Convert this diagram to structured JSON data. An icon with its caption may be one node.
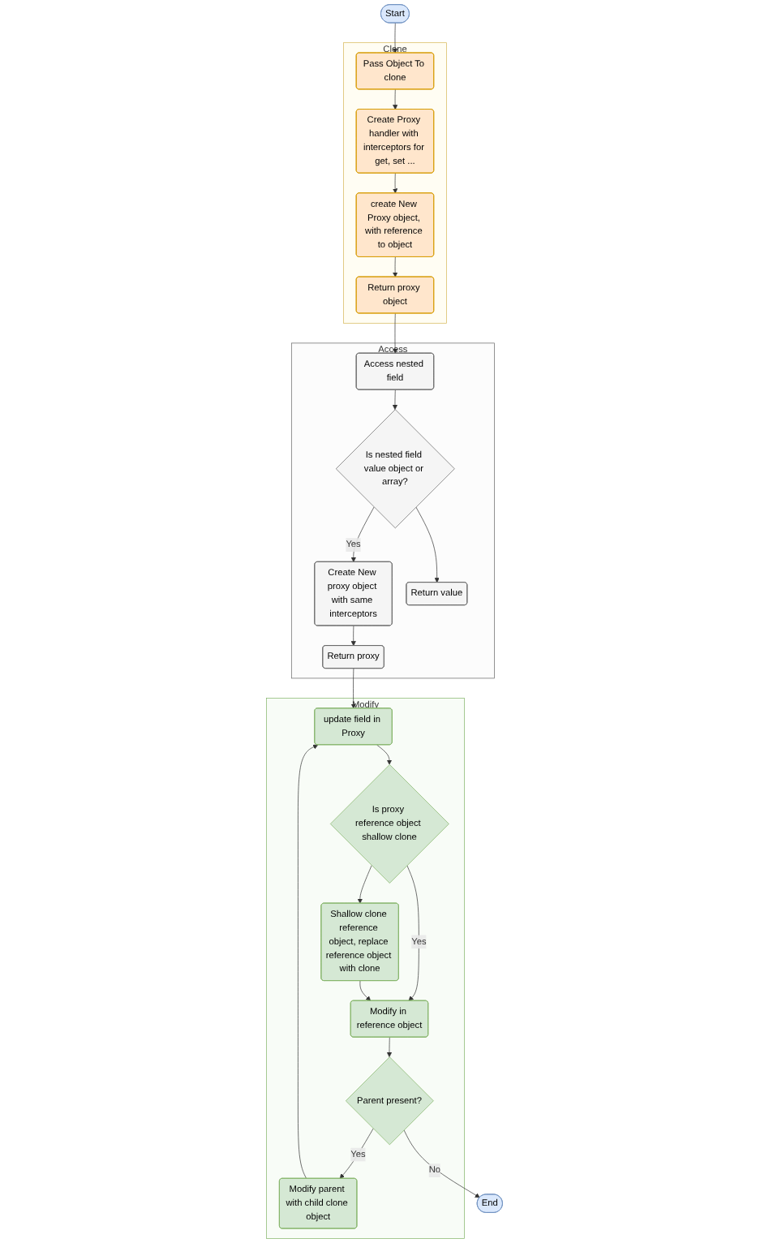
{
  "diagram": {
    "nodes": [
      {
        "text": [
          "Start"
        ]
      },
      {
        "text": [
          "Clone"
        ]
      },
      {
        "text": [
          "Pass Object To clone"
        ],
        "in": 1
      },
      {
        "text": [
          "Create Proxy handler with interceptors for get, set ..."
        ],
        "in": 1
      },
      {
        "text": [
          "create New Proxy object, with reference to object"
        ],
        "in": 1
      },
      {
        "text": [
          "Return proxy object"
        ],
        "in": 1
      },
      {
        "text": [
          "Access"
        ]
      },
      {
        "text": [
          "Access nested field"
        ],
        "in": 6
      },
      {
        "text": [
          "Is nested field value object or array?"
        ],
        "in": 6
      },
      {
        "text": [
          "Create New proxy object with same interceptors"
        ],
        "in": 6
      },
      {
        "text": [
          "Return proxy"
        ],
        "in": 6
      },
      {
        "text": [
          "Return value"
        ],
        "in": 6
      },
      {
        "text": [
          "Modify"
        ]
      },
      {
        "text": [
          "Modify parent with child clone object"
        ],
        "in": 12
      },
      {
        "text": [
          "update field in Proxy"
        ],
        "in": 12
      },
      {
        "text": [
          "Is proxy reference object shallow clone"
        ],
        "in": 12
      },
      {
        "text": [
          "Modify in reference object"
        ],
        "in": 12
      },
      {
        "text": [
          "Parent present?"
        ],
        "in": 12
      },
      {
        "text": [
          "Shallow clone reference object, replace reference object with clone"
        ],
        "in": 12
      },
      {
        "text": [
          "End"
        ]
      }
    ],
    "edges": [
      {
        "from": 0,
        "to": 2,
        "arrow": "to"
      },
      {
        "from": 2,
        "to": 3,
        "arrow": "to"
      },
      {
        "from": 3,
        "to": 4,
        "arrow": "to"
      },
      {
        "from": 4,
        "to": 5,
        "arrow": "to"
      },
      {
        "from": 5,
        "to": 7,
        "arrow": "to"
      },
      {
        "from": 7,
        "to": 8,
        "arrow": "to"
      },
      {
        "from": 8,
        "to": 9,
        "arrow": "to",
        "label": "Yes"
      },
      {
        "from": 9,
        "to": 10,
        "arrow": "to"
      },
      {
        "from": 8,
        "to": 11,
        "arrow": "to"
      },
      {
        "from": 10,
        "to": 14,
        "arrow": "to"
      },
      {
        "from": 13,
        "to": 14,
        "arrow": "to"
      },
      {
        "from": 14,
        "to": 15,
        "arrow": "to"
      },
      {
        "from": 15,
        "to": 16,
        "arrow": "to",
        "label": "Yes"
      },
      {
        "from": 15,
        "to": 18,
        "arrow": "to"
      },
      {
        "from": 18,
        "to": 16,
        "arrow": "to"
      },
      {
        "from": 16,
        "to": 17,
        "arrow": "to"
      },
      {
        "from": 17,
        "to": 13,
        "arrow": "to",
        "label": "Yes"
      },
      {
        "from": 17,
        "to": 19,
        "arrow": "to",
        "label": "No"
      }
    ]
  }
}
